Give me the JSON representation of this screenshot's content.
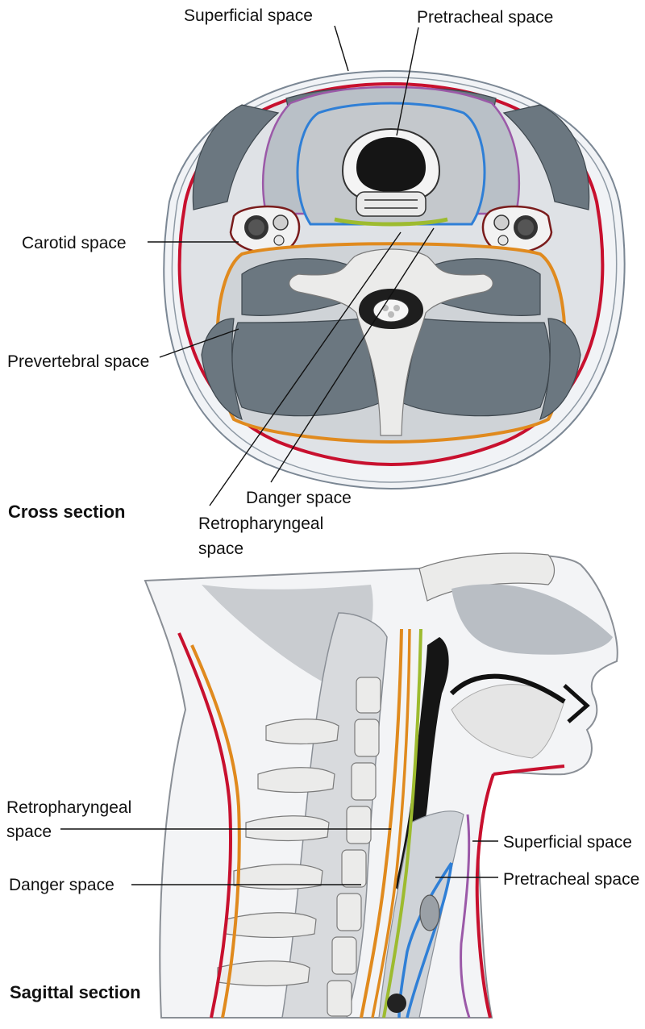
{
  "colors": {
    "investing": "#c8102e",
    "prevertebral": "#e08a1e",
    "pretracheal": "#2f7fd6",
    "buccopharyngeal": "#9dbb2f",
    "superficial": "#9b59a8",
    "muscle": "#6b7780",
    "bone": "#ebebea",
    "airway": "#151515"
  },
  "cross_section": {
    "caption": "Cross section",
    "labels": {
      "superficial": "Superficial space",
      "pretracheal": "Pretracheal space",
      "carotid": "Carotid space",
      "prevertebral": "Prevertebral space",
      "danger": "Danger space",
      "retropharyngeal_line1": "Retropharyngeal",
      "retropharyngeal_line2": "space"
    }
  },
  "sagittal_section": {
    "caption": "Sagittal section",
    "labels": {
      "retropharyngeal_line1": "Retropharyngeal",
      "retropharyngeal_line2": "space",
      "danger": "Danger space",
      "superficial": "Superficial space",
      "pretracheal": "Pretracheal space"
    }
  }
}
